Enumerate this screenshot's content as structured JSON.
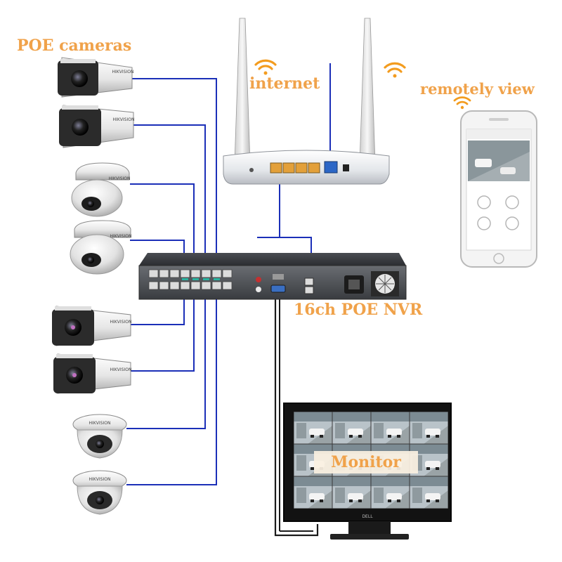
{
  "labels": {
    "poe_cameras": "POE cameras",
    "internet": "internet",
    "remotely_view": "remotely view",
    "nvr": "16ch POE NVR",
    "monitor": "Monitor"
  },
  "icons": [
    "wifi-icon",
    "bullet-camera-icon",
    "dome-camera-icon",
    "router-icon",
    "nvr-icon",
    "smartphone-icon",
    "monitor-icon"
  ],
  "colors": {
    "label_orange": "#f0a24a",
    "cable_blue": "#1b2fb8",
    "monitor_cable": "#1a1a1a",
    "wifi_orange": "#f39c1f"
  }
}
